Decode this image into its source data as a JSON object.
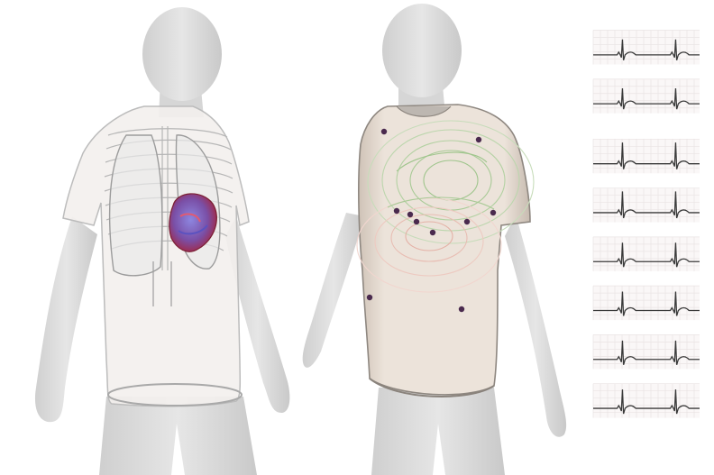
{
  "figure": {
    "panels": [
      {
        "id": "anatomy-model",
        "content": [
          "mannequin",
          "translucent-shirt",
          "rib-cage",
          "lungs",
          "heart"
        ]
      },
      {
        "id": "body-surface-potential-model",
        "content": [
          "mannequin",
          "electrode-shirt",
          "potential-isolines",
          "electrodes"
        ]
      },
      {
        "id": "ecg-traces",
        "content": [
          "ecg-lead-strips"
        ]
      }
    ],
    "electrode_count": 10,
    "ecg": {
      "lead_rows": 8,
      "beats_per_row": 2,
      "layout_groups": [
        2,
        6
      ]
    },
    "colors": {
      "mannequin": "#dcdcdc",
      "mannequin_shadow": "#bdbdbd",
      "shirt_translucent": "#f3efed",
      "shirt_potential": "#e9ddd3",
      "isoline_green": "#9fc58c",
      "isoline_red": "#e4b1a6",
      "heart_red": "#b2243f",
      "heart_blue": "#6f68c8",
      "electrode": "#4a2a4e",
      "ecg_grid": "#e9e4e4",
      "ecg_trace": "#3a3a3a"
    }
  }
}
